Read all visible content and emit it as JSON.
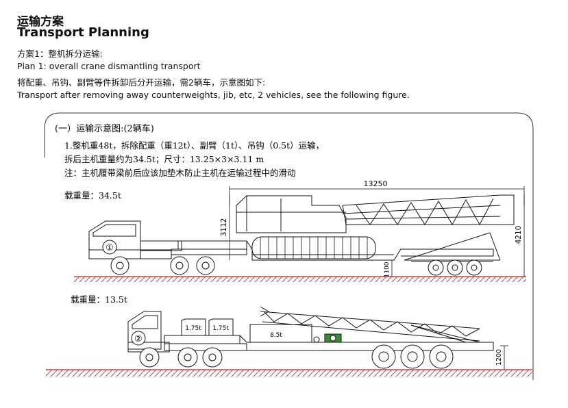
{
  "header": {
    "title_cn": "运输方案",
    "title_en": "Transport Planning"
  },
  "intro": {
    "line1": "方案1：整机拆分运输:",
    "line2": "Plan 1: overall crane dismantling transport",
    "line3": "将配重、吊钩、副臂等件拆卸后分开运输，需2辆车，示意图如下:",
    "line4": "Transport after removing away counterweights, jib, etc, 2 vehicles, see the following figure."
  },
  "figure": {
    "caption": "(一）运输示意图:(2辆车)",
    "note1": "1.整机重48t，拆除配重（重12t）、副臂（1t）、吊钩（0.5t）运输，",
    "note2": "拆后主机重量约为34.5t；尺寸：13.25×3×3.11 m",
    "note3": "注：主机履带梁前后应该加垫木防止主机在运输过程中的滑动",
    "truck1_load": "载重量：34.5t",
    "truck1_number": "①",
    "dim_length": "13250",
    "dim_height_machine": "3112",
    "dim_height_total": "4210",
    "dim_deck": "1100",
    "truck2_load": "载重量：13.5t",
    "truck2_number": "②",
    "cw_1": "1.75t",
    "cw_2": "1.75t",
    "cw_main": "8.5t",
    "dim_deck2": "1200"
  },
  "colors": {
    "ground": "#d63a3a",
    "line": "#111111"
  }
}
